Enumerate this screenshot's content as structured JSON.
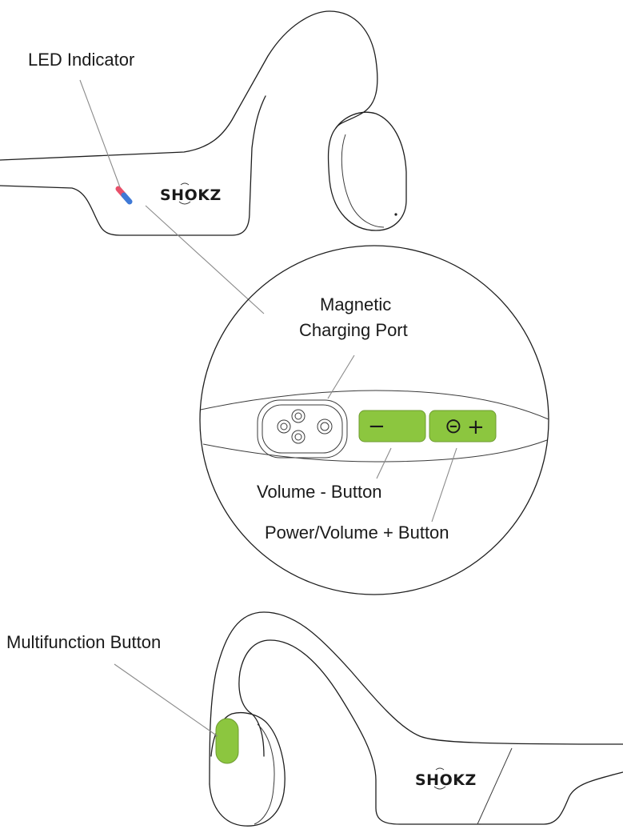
{
  "labels": {
    "led_indicator": "LED Indicator",
    "charging_port_line1": "Magnetic",
    "charging_port_line2": "Charging Port",
    "volume_minus": "Volume - Button",
    "power_volume_plus": "Power/Volume + Button",
    "multifunction": "Multifunction Button"
  },
  "brand": {
    "top_logo": "SHOKZ",
    "bottom_logo": "SHOKZ"
  },
  "buttons": {
    "minus_symbol": "−",
    "power_symbol": "⊝",
    "plus_symbol": "+"
  },
  "colors": {
    "button_green": "#8cc63f",
    "led_red": "#e8506a",
    "led_blue": "#3f79d6",
    "outline": "#1e1e1e",
    "leader": "#8a8a8a"
  }
}
